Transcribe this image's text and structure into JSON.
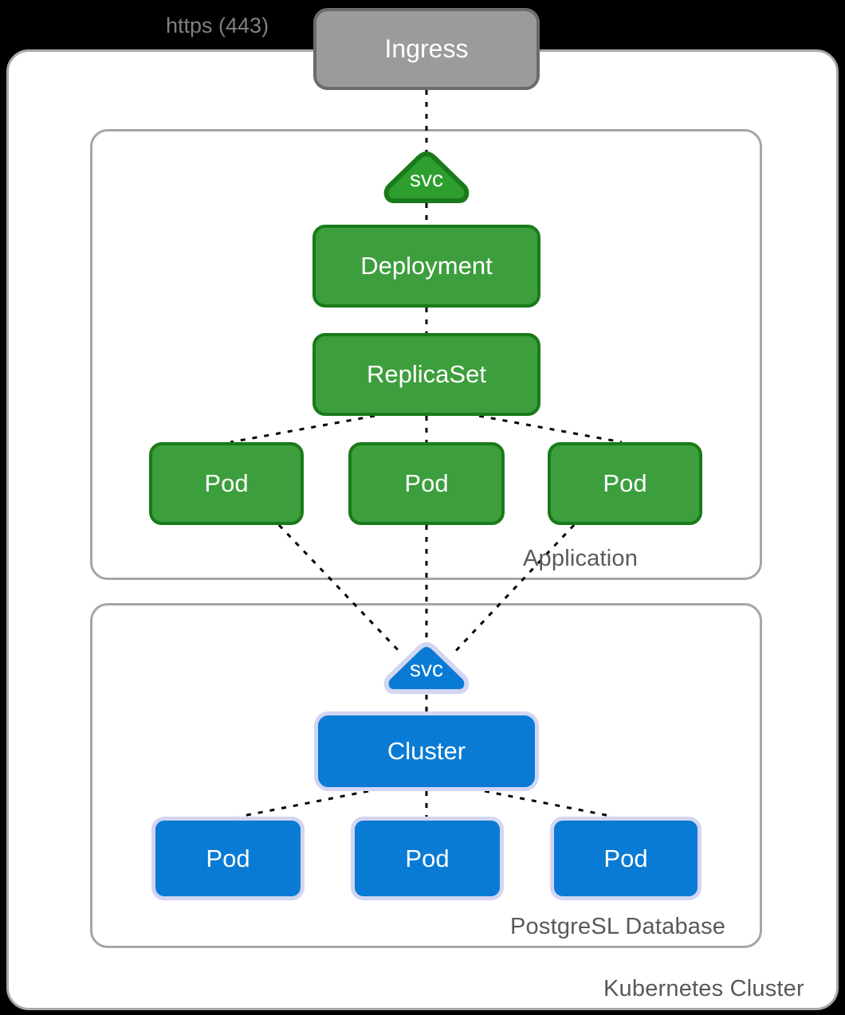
{
  "diagram": {
    "title": "Kubernetes Cluster Architecture",
    "background": "#000000"
  },
  "external": {
    "protocol_label": "https (443)"
  },
  "containers": {
    "cluster": {
      "label": "Kubernetes Cluster",
      "border_color": "#a8a8a8",
      "fill": "#ffffff"
    },
    "application": {
      "label": "Application",
      "border_color": "#a6a6a6",
      "fill": "#ffffff"
    },
    "database": {
      "label": "PostgreSL Database",
      "border_color": "#a6a6a6",
      "fill": "#ffffff"
    }
  },
  "nodes": {
    "ingress": {
      "label": "Ingress",
      "fill": "#9b9b9b",
      "border": "#6b6b6b"
    },
    "svc_app": {
      "label": "svc",
      "fill": "#3d9e3d",
      "border": "#1a7a1a"
    },
    "deployment": {
      "label": "Deployment",
      "fill": "#3d9e3d",
      "border": "#1a7a1a"
    },
    "replicaset": {
      "label": "ReplicaSet",
      "fill": "#3d9e3d",
      "border": "#1a7a1a"
    },
    "app_pods": [
      {
        "label": "Pod"
      },
      {
        "label": "Pod"
      },
      {
        "label": "Pod"
      }
    ],
    "svc_db": {
      "label": "svc",
      "fill": "#0a7bd4",
      "border": "#d3d6f2"
    },
    "cluster_node": {
      "label": "Cluster",
      "fill": "#0a7bd4",
      "border": "#d3d6f2"
    },
    "db_pods": [
      {
        "label": "Pod"
      },
      {
        "label": "Pod"
      },
      {
        "label": "Pod"
      }
    ]
  },
  "connections": {
    "style": "dotted",
    "color": "#000000",
    "edges": [
      {
        "from": "ingress",
        "to": "svc_app"
      },
      {
        "from": "svc_app",
        "to": "deployment"
      },
      {
        "from": "deployment",
        "to": "replicaset"
      },
      {
        "from": "replicaset",
        "to": "app_pod_1"
      },
      {
        "from": "replicaset",
        "to": "app_pod_2"
      },
      {
        "from": "replicaset",
        "to": "app_pod_3"
      },
      {
        "from": "app_pod_1",
        "to": "svc_db"
      },
      {
        "from": "app_pod_2",
        "to": "svc_db"
      },
      {
        "from": "app_pod_3",
        "to": "svc_db"
      },
      {
        "from": "svc_db",
        "to": "cluster_node"
      },
      {
        "from": "cluster_node",
        "to": "db_pod_1"
      },
      {
        "from": "cluster_node",
        "to": "db_pod_2"
      },
      {
        "from": "cluster_node",
        "to": "db_pod_3"
      }
    ]
  }
}
